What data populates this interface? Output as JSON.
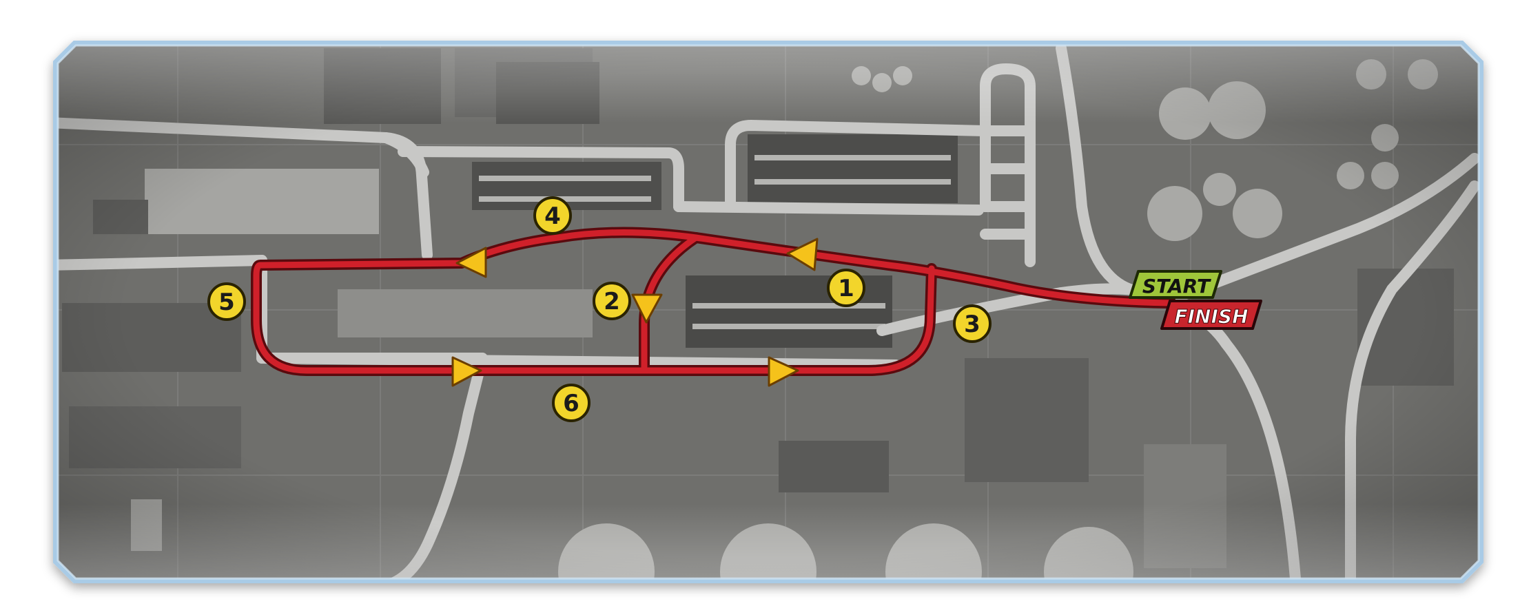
{
  "map": {
    "colors": {
      "frame": "#a9cbe6",
      "aerial": "#6f6f6c",
      "road": "#c8c8c6",
      "route": "#d0202a",
      "route_outline": "#5a0a0e",
      "arrow": "#f5c21b",
      "badge": "#f2d52b",
      "start": "#9fc63a",
      "finish": "#c9252d"
    },
    "markers": {
      "start_label": "START",
      "finish_label": "FINISH"
    },
    "checkpoints": [
      "1",
      "2",
      "3",
      "4",
      "5",
      "6"
    ]
  }
}
